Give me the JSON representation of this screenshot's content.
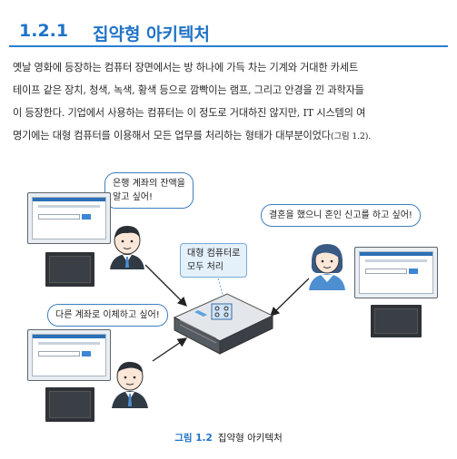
{
  "section": {
    "number": "1.2.1",
    "title": "집약형 아키텍처"
  },
  "paragraph": {
    "line1": "옛날 영화에 등장하는 컴퓨터 장면에서는 방 하나에 가득 차는 기계와 거대한 카세트",
    "line2": "테이프 같은 장치, 청색, 녹색, 황색 등으로 깜빡이는 램프, 그리고 안경을 낀 과학자들",
    "line3": "이 등장한다. 기업에서 사용하는 컴퓨터는 이 정도로 거대하진 않지만, IT 시스템의 여",
    "line4": "명기에는 대형 컴퓨터를 이용해서 모든 업무를 처리하는 형태가 대부분이었다",
    "ref": "(그림 1.2)."
  },
  "figure": {
    "bubble_balance_line1": "은행 계좌의 잔액을",
    "bubble_balance_line2": "알고 싶어!",
    "bubble_transfer": "다른 계좌로 이체하고 싶어!",
    "bubble_marriage": "결혼을 했으니 혼인 신고를 하고 싶어!",
    "bubble_server_line1": "대형 컴퓨터로",
    "bubble_server_line2": "모두 처리",
    "caption_label": "그림 1.2",
    "caption_title": "집약형 아키텍처"
  }
}
